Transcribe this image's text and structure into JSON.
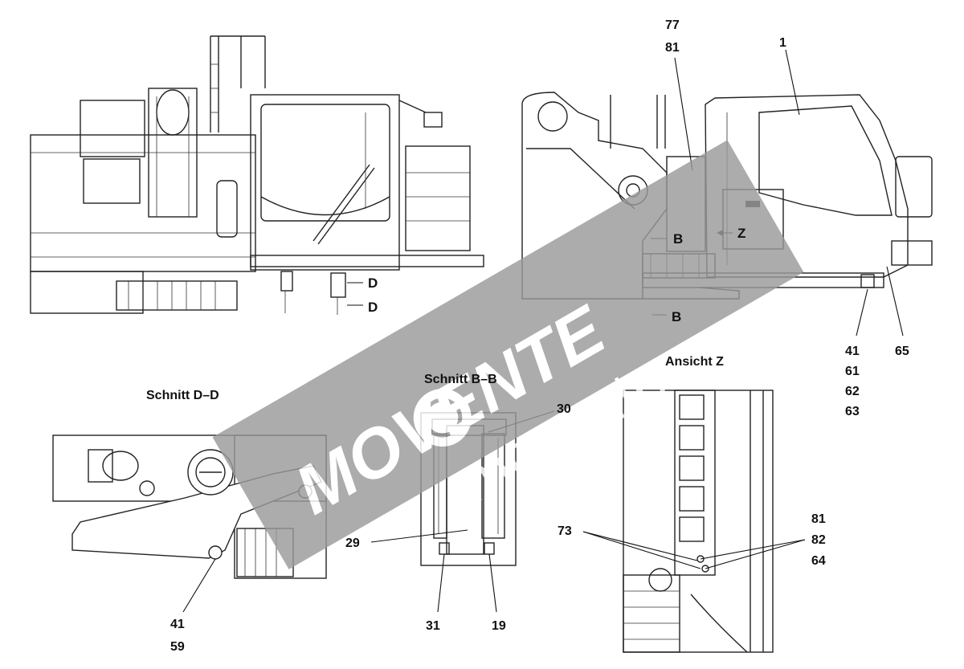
{
  "section_titles": {
    "d_d": "Schnitt D–D",
    "b_b": "Schnitt B–B",
    "view_z": "Ansicht Z"
  },
  "markers": {
    "d_upper": "D",
    "d_lower": "D",
    "b_upper": "B",
    "b_lower": "B",
    "z": "Z"
  },
  "callouts": {
    "c77": "77",
    "c81_top": "81",
    "c1": "1",
    "c41_right": "41",
    "c61": "61",
    "c62": "62",
    "c63": "63",
    "c65": "65",
    "c30": "30",
    "c29": "29",
    "c31": "31",
    "c19": "19",
    "c41_left": "41",
    "c59": "59",
    "c73": "73",
    "c81_z": "81",
    "c82": "82",
    "c64": "64"
  },
  "watermark": {
    "brand": "MOVENTE",
    "site": "movente.ru",
    "color": "#9a9a9a"
  }
}
